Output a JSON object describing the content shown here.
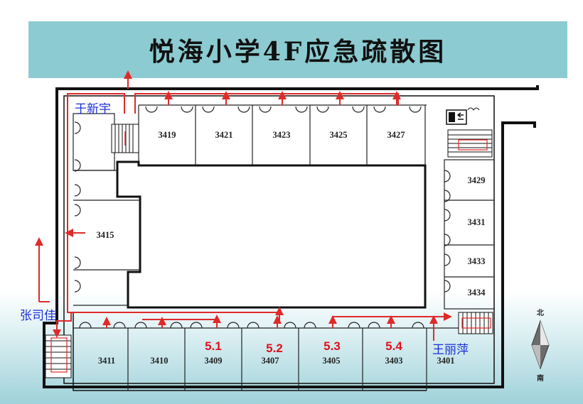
{
  "title": "悦海小学4F应急疏散图",
  "rooms": {
    "r3419": "3419",
    "r3421": "3421",
    "r3423": "3423",
    "r3425": "3425",
    "r3427": "3427",
    "r3415": "3415",
    "r3429": "3429",
    "r3431": "3431",
    "r3433": "3433",
    "r3434": "3434",
    "r3411": "3411",
    "r3410": "3410",
    "r3409": "3409",
    "r3407": "3407",
    "r3405": "3405",
    "r3403": "3403",
    "r3401": "3401"
  },
  "exits": [
    "5.1",
    "5.2",
    "5.3",
    "5.4"
  ],
  "persons": {
    "top_left": "于新宇",
    "bottom_left": "张司佳",
    "bottom_right": "王丽萍"
  },
  "compass": {
    "north": "北",
    "south": "南"
  },
  "colors": {
    "band": "#8ccbd1",
    "route": "#e02a2a",
    "wall": "#111111",
    "person": "#1a2fd8"
  },
  "icons": [
    "emergency-exit-sign-icon",
    "compass-icon",
    "stair-icon"
  ]
}
